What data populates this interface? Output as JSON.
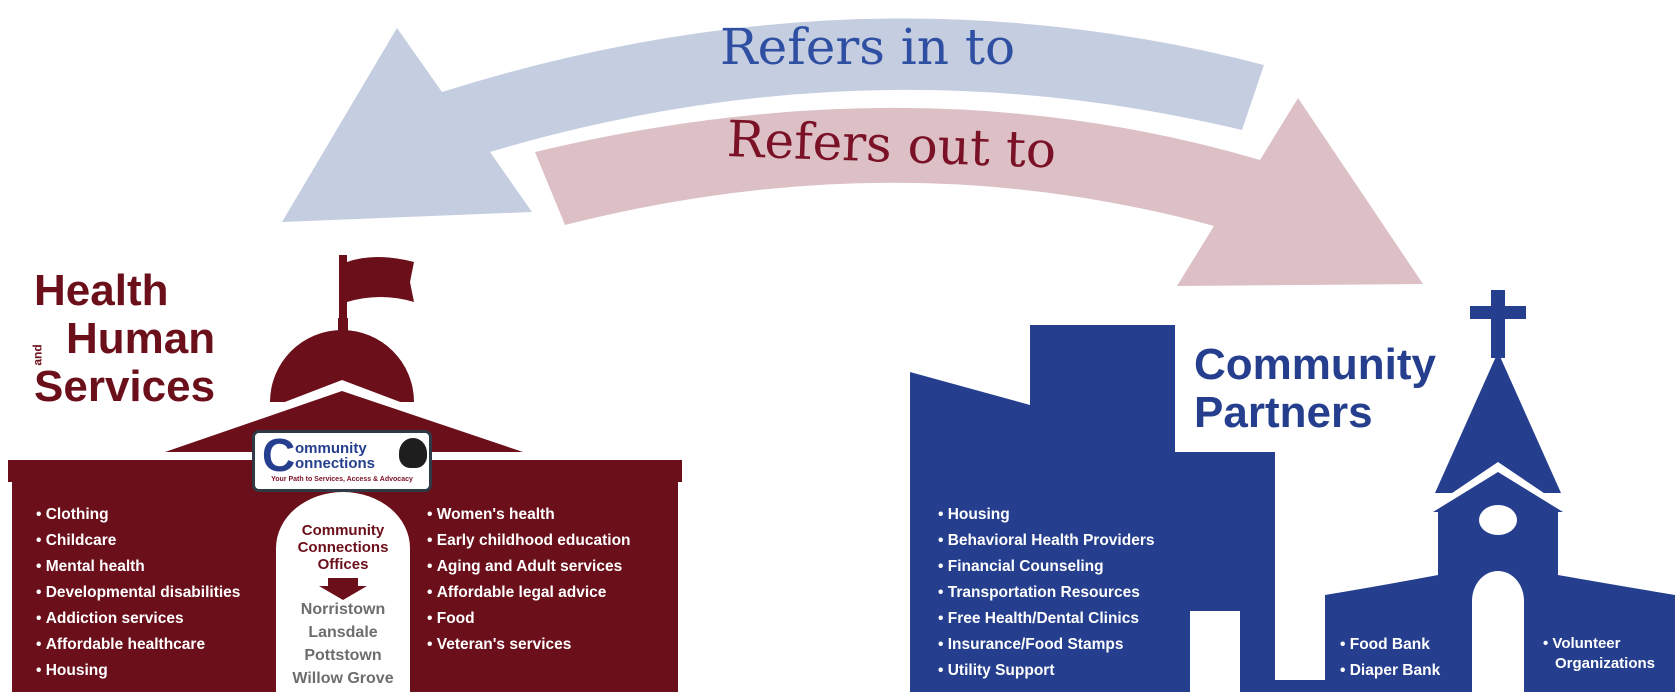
{
  "arrows": {
    "in_label": "Refers in to",
    "out_label": "Refers out to"
  },
  "hhs": {
    "title_line1": "Health",
    "title_and": "and",
    "title_line2": "Human",
    "title_line3": "Services",
    "logo": {
      "line1": "ommunity",
      "line2": "onnections",
      "tagline": "Your Path to Services, Access & Advocacy"
    },
    "services_left": [
      "Clothing",
      "Childcare",
      "Mental health",
      "Developmental disabilities",
      "Addiction services",
      "Affordable healthcare",
      "Housing"
    ],
    "services_right": [
      "Women's health",
      "Early childhood education",
      "Aging and Adult services",
      "Affordable legal advice",
      "Food",
      "Veteran's services"
    ],
    "offices": {
      "title_line1": "Community",
      "title_line2": "Connections",
      "title_line3": "Offices",
      "locations": [
        "Norristown",
        "Lansdale",
        "Pottstown",
        "Willow Grove"
      ]
    }
  },
  "partners": {
    "title_line1": "Community",
    "title_line2": "Partners",
    "services_main": [
      "Housing",
      "Behavioral Health Providers",
      "Financial Counseling",
      "Transportation Resources",
      "Free Health/Dental Clinics",
      "Insurance/Food Stamps",
      "Utility Support"
    ],
    "services_church_left": [
      "Food Bank",
      "Diaper Bank"
    ],
    "services_church_right_line1": "Volunteer",
    "services_church_right_line2": "Organizations"
  },
  "colors": {
    "maroon": "#6b0f1a",
    "navy": "#253f8e",
    "arrow_in_fill": "#c5cde0",
    "arrow_in_text": "#2f4fa2",
    "arrow_out_fill": "#dcc0c5",
    "arrow_out_text": "#7a1126"
  }
}
